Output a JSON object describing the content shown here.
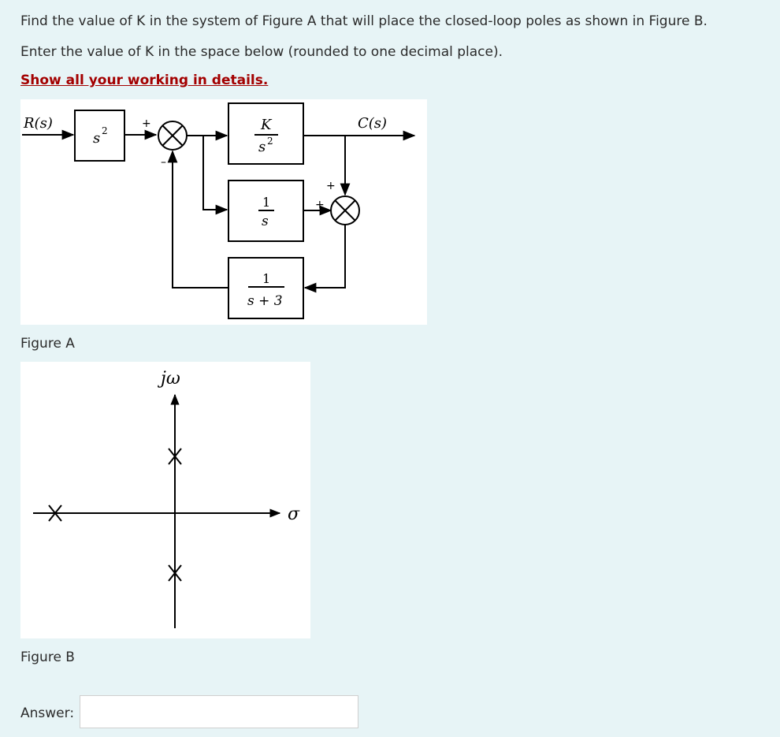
{
  "question": {
    "line1": "Find the value of K in the system of Figure A that will place the closed-loop poles as shown in Figure B.",
    "line2": "Enter the value of K in the space below (rounded to one decimal place).",
    "link": "Show all your working in details."
  },
  "figure_a": {
    "label": "Figure A",
    "input_label": "R(s)",
    "output_label": "C(s)",
    "block_prefilter": "s",
    "block_prefilter_exp": "2",
    "block_forward_num": "K",
    "block_forward_den": "s",
    "block_forward_den_exp": "2",
    "block_mid_num": "1",
    "block_mid_den": "s",
    "block_feedback_num": "1",
    "block_feedback_den": "s + 3",
    "plus_sign": "+",
    "minus_sign": "–"
  },
  "figure_b": {
    "label": "Figure B",
    "imag_axis_label": "jω",
    "real_axis_label": "σ"
  },
  "answer": {
    "label": "Answer:",
    "value": "",
    "placeholder": ""
  }
}
